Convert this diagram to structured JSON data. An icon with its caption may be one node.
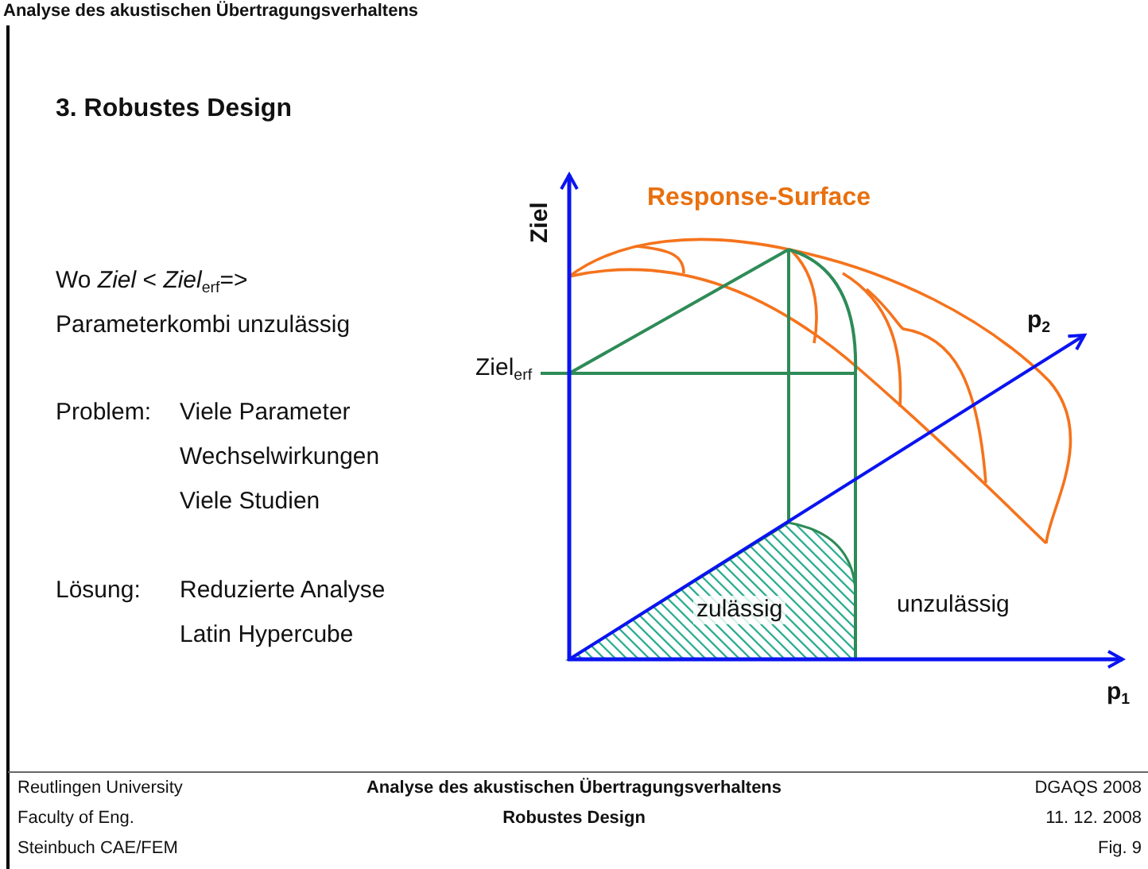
{
  "diagram": {
    "title": "3. Robustes Design",
    "labels": [
      "Analyse des akustischen Übertragungsverhaltens",
      "Wo *Ziel* < *Ziel*$_{erf}$=>",
      "Parameterkombi unzulässig",
      "Problem:",
      "Viele Parameter",
      "Wechselwirkungen",
      "Viele Studien",
      "Lösung:",
      "Reduzierte Analyse",
      "Latin Hypercube",
      "Ziel",
      "Response-Surface",
      "p$_{2}$",
      "Ziel$_{erf}$",
      "zulässig",
      "unzulässig",
      "p$_{1}$",
      "Reutlingen University",
      "Analyse des akustischen Übertragungsverhaltens",
      "DGAQS 2008",
      "Faculty of Eng.",
      "Robustes Design",
      "11. 12. 2008",
      "Steinbuch CAE/FEM",
      "Fig. 9"
    ]
  }
}
